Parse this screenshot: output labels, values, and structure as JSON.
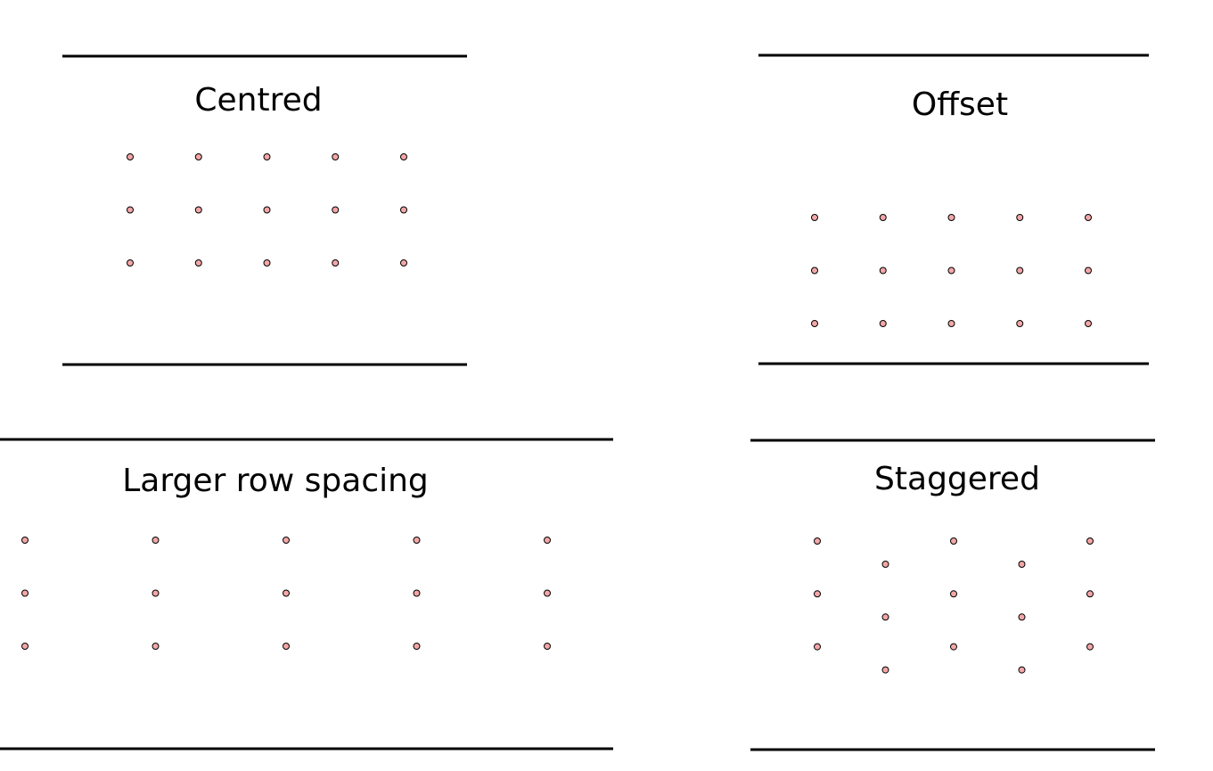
{
  "colors": {
    "line": "#000000",
    "dot_fill": "#f4a6a6",
    "dot_stroke": "#000000",
    "background": "#ffffff"
  },
  "panels": {
    "centred": {
      "title": "Centred",
      "rows": 3,
      "columns": 5,
      "pattern": "grid"
    },
    "offset": {
      "title": "Offset",
      "rows": 3,
      "columns": 5,
      "pattern": "grid"
    },
    "larger_row_spacing": {
      "title": "Larger row spacing",
      "rows": 3,
      "columns": 5,
      "pattern": "grid"
    },
    "staggered": {
      "title": "Staggered",
      "rows": 6,
      "columns": 5,
      "pattern": "staggered"
    }
  }
}
